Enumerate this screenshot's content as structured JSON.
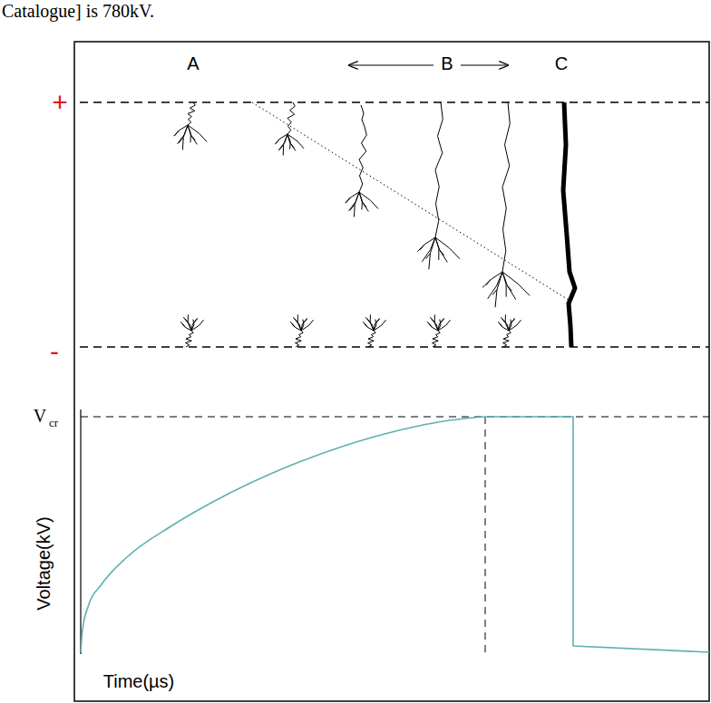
{
  "diagram": {
    "labels": [
      "Catalogue] is 780kV.",
      "+",
      "-",
      "A",
      "B",
      "C",
      "V",
      "cr",
      "Voltage(kV)",
      "Time(µs)"
    ]
  }
}
